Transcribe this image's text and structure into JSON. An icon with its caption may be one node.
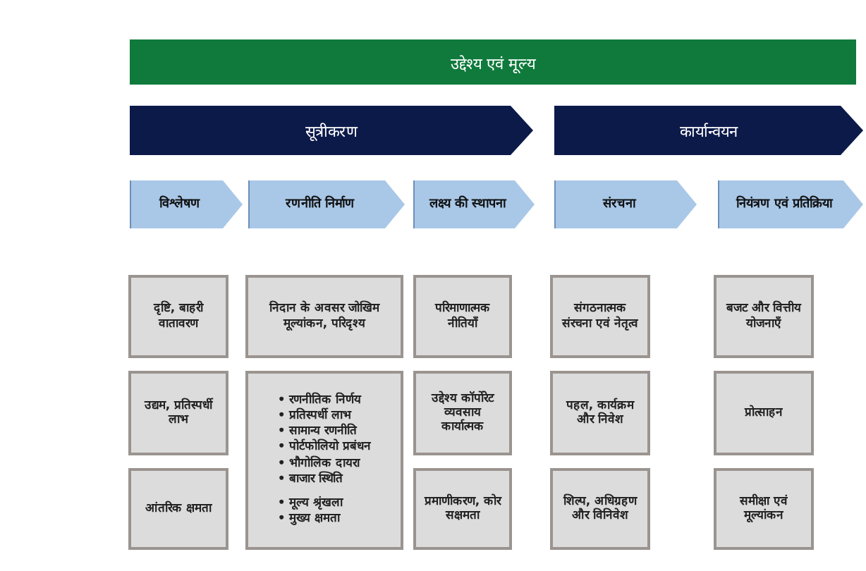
{
  "diagram": {
    "nodes": [
      {
        "text": [
          "उद्देश्य एवं मूल्य"
        ]
      },
      {
        "text": [
          "सूत्रीकरण"
        ]
      },
      {
        "text": [
          "कार्यान्वयन"
        ]
      },
      {
        "text": [
          "विश्लेषण"
        ]
      },
      {
        "text": [
          "रणनीति निर्माण"
        ]
      },
      {
        "text": [
          "लक्ष्य की स्थापना"
        ]
      },
      {
        "text": [
          "संरचना"
        ]
      },
      {
        "text": [
          "नियंत्रण एवं प्रतिक्रिया"
        ]
      },
      {
        "text": [
          "दृष्टि, बाहरी वातावरण"
        ]
      },
      {
        "text": [
          "निदान के अवसर जोखिम मूल्यांकन, परिदृश्य"
        ]
      },
      {
        "text": [
          "परिमाणात्मक नीतियाँ"
        ]
      },
      {
        "text": [
          "संगठनात्मक संरचना एवं नेतृत्व"
        ]
      },
      {
        "text": [
          "बजट और वित्तीय योजनाएँ"
        ]
      },
      {
        "text": [
          "उद्यम, प्रतिस्पर्धी लाभ"
        ]
      },
      {
        "text": [
          "• रणनीतिक निर्णय",
          "• प्रतिस्पर्धी लाभ",
          "• सामान्य रणनीति",
          "• पोर्टफोलियो प्रबंधन",
          "• भौगोलिक दायरा",
          "• बाजार स्थिति",
          "• मूल्य श्रृंखला",
          "• मुख्य क्षमता"
        ]
      },
      {
        "text": [
          "उद्देश्य कॉर्पोरेट व्यवसाय कार्यात्मक"
        ]
      },
      {
        "text": [
          "पहल, कार्यक्रम और निवेश"
        ]
      },
      {
        "text": [
          "प्रोत्साहन"
        ]
      },
      {
        "text": [
          "आंतरिक क्षमता"
        ]
      },
      {
        "text": [
          "प्रमाणीकरण, कोर सक्षमता"
        ]
      },
      {
        "text": [
          "शिल्प, अधिग्रहण और विनिवेश"
        ]
      },
      {
        "text": [
          "समीक्षा एवं मूल्यांकन"
        ]
      }
    ]
  }
}
